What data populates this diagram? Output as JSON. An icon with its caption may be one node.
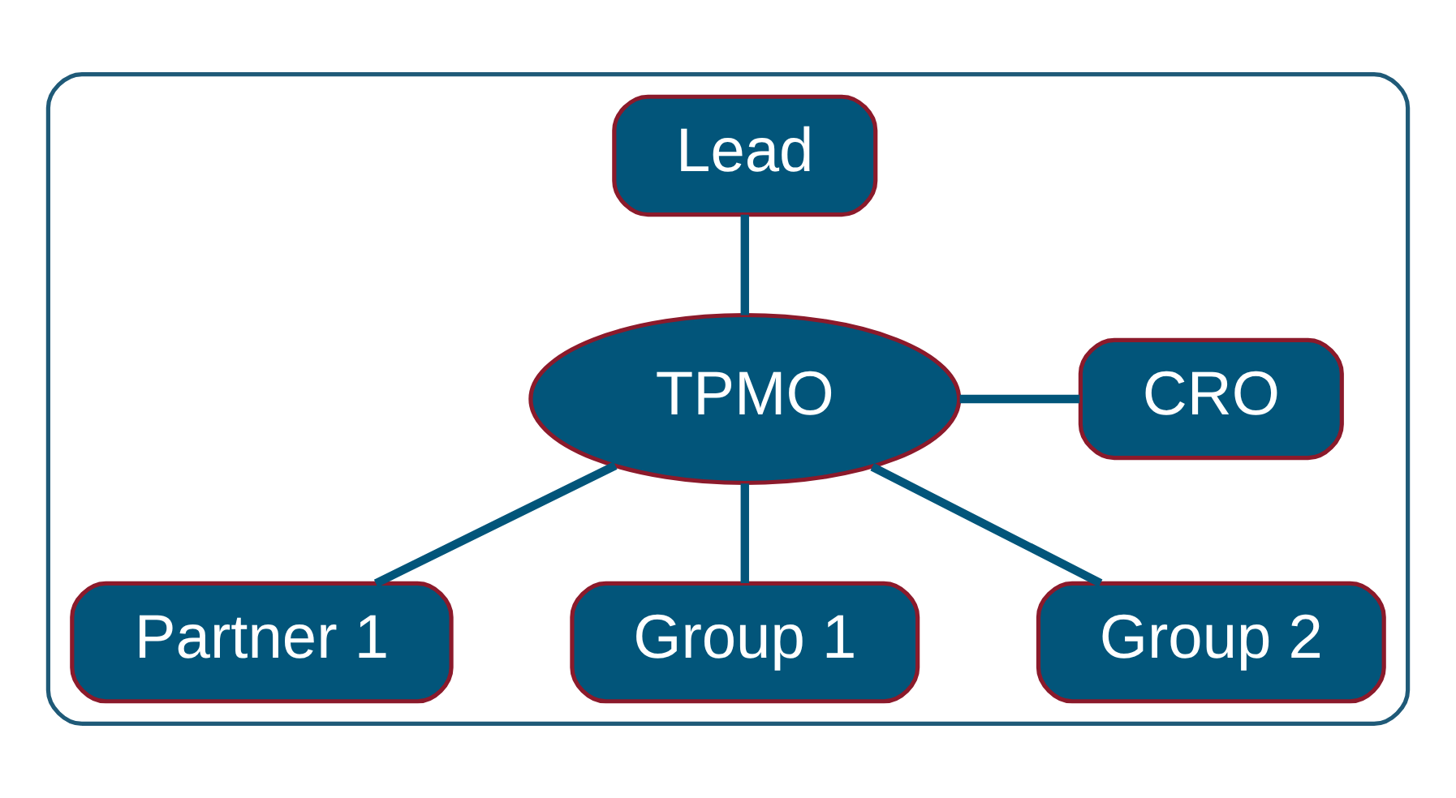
{
  "diagram": {
    "nodes": [
      {
        "text": [],
        "shape": "ellipse"
      },
      {
        "text": [
          "Lead"
        ],
        "in": 0
      },
      {
        "text": [
          "TPMO"
        ],
        "in": 0
      },
      {
        "text": [
          "CRO"
        ],
        "in": 0
      },
      {
        "text": [
          "Partner 1"
        ],
        "in": 0
      },
      {
        "text": [
          "Group 1"
        ],
        "in": 0
      },
      {
        "text": [
          "Group 2"
        ],
        "in": 0
      }
    ],
    "edges": [
      {
        "from": 1,
        "to": 2,
        "arrow": "none"
      },
      {
        "from": 2,
        "to": 3,
        "arrow": "none"
      },
      {
        "from": 2,
        "to": 4,
        "arrow": "none"
      },
      {
        "from": 2,
        "to": 5,
        "arrow": "none"
      },
      {
        "from": 2,
        "to": 6,
        "arrow": "none"
      }
    ]
  }
}
